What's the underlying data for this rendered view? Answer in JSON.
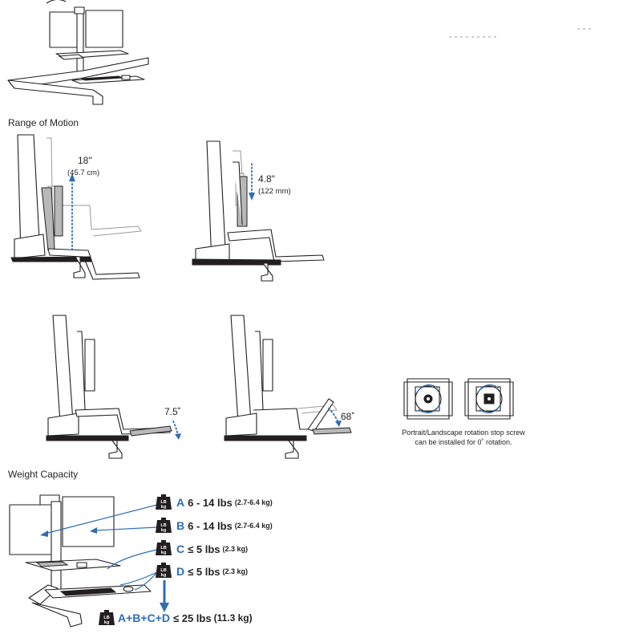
{
  "sections": {
    "range_of_motion": "Range of Motion",
    "weight_capacity": "Weight Capacity"
  },
  "motion": {
    "height_travel": {
      "value": "18\"",
      "metric": "(45.7 cm)"
    },
    "monitor_travel": {
      "value": "4.8\"",
      "metric": "(122 mm)"
    },
    "keyboard_tilt": {
      "value": "7.5˚"
    },
    "work_surface_tilt": {
      "value": "68˚"
    }
  },
  "rotation": {
    "caption_line1": "Portrait/Landscape rotation stop screw",
    "caption_line2": "can be installed for 0˚ rotation."
  },
  "weight_icon": {
    "label": "LB\nkg"
  },
  "weights": [
    {
      "letter": "A",
      "range": "6 - 14 lbs",
      "metric": "(2.7-6.4 kg)"
    },
    {
      "letter": "B",
      "range": "6 - 14 lbs",
      "metric": "(2.7-6.4 kg)"
    },
    {
      "letter": "C",
      "range": "≤ 5 lbs",
      "metric": "(2.3 kg)"
    },
    {
      "letter": "D",
      "range": "≤ 5 lbs",
      "metric": "(2.3 kg)"
    }
  ],
  "total": {
    "letter": "A+B+C+D",
    "range": "≤ 25 lbs",
    "metric": "(11.3 kg)"
  },
  "colors": {
    "accent": "#2e6db4",
    "line": "#231f20",
    "shade": "#b8b8b8"
  }
}
